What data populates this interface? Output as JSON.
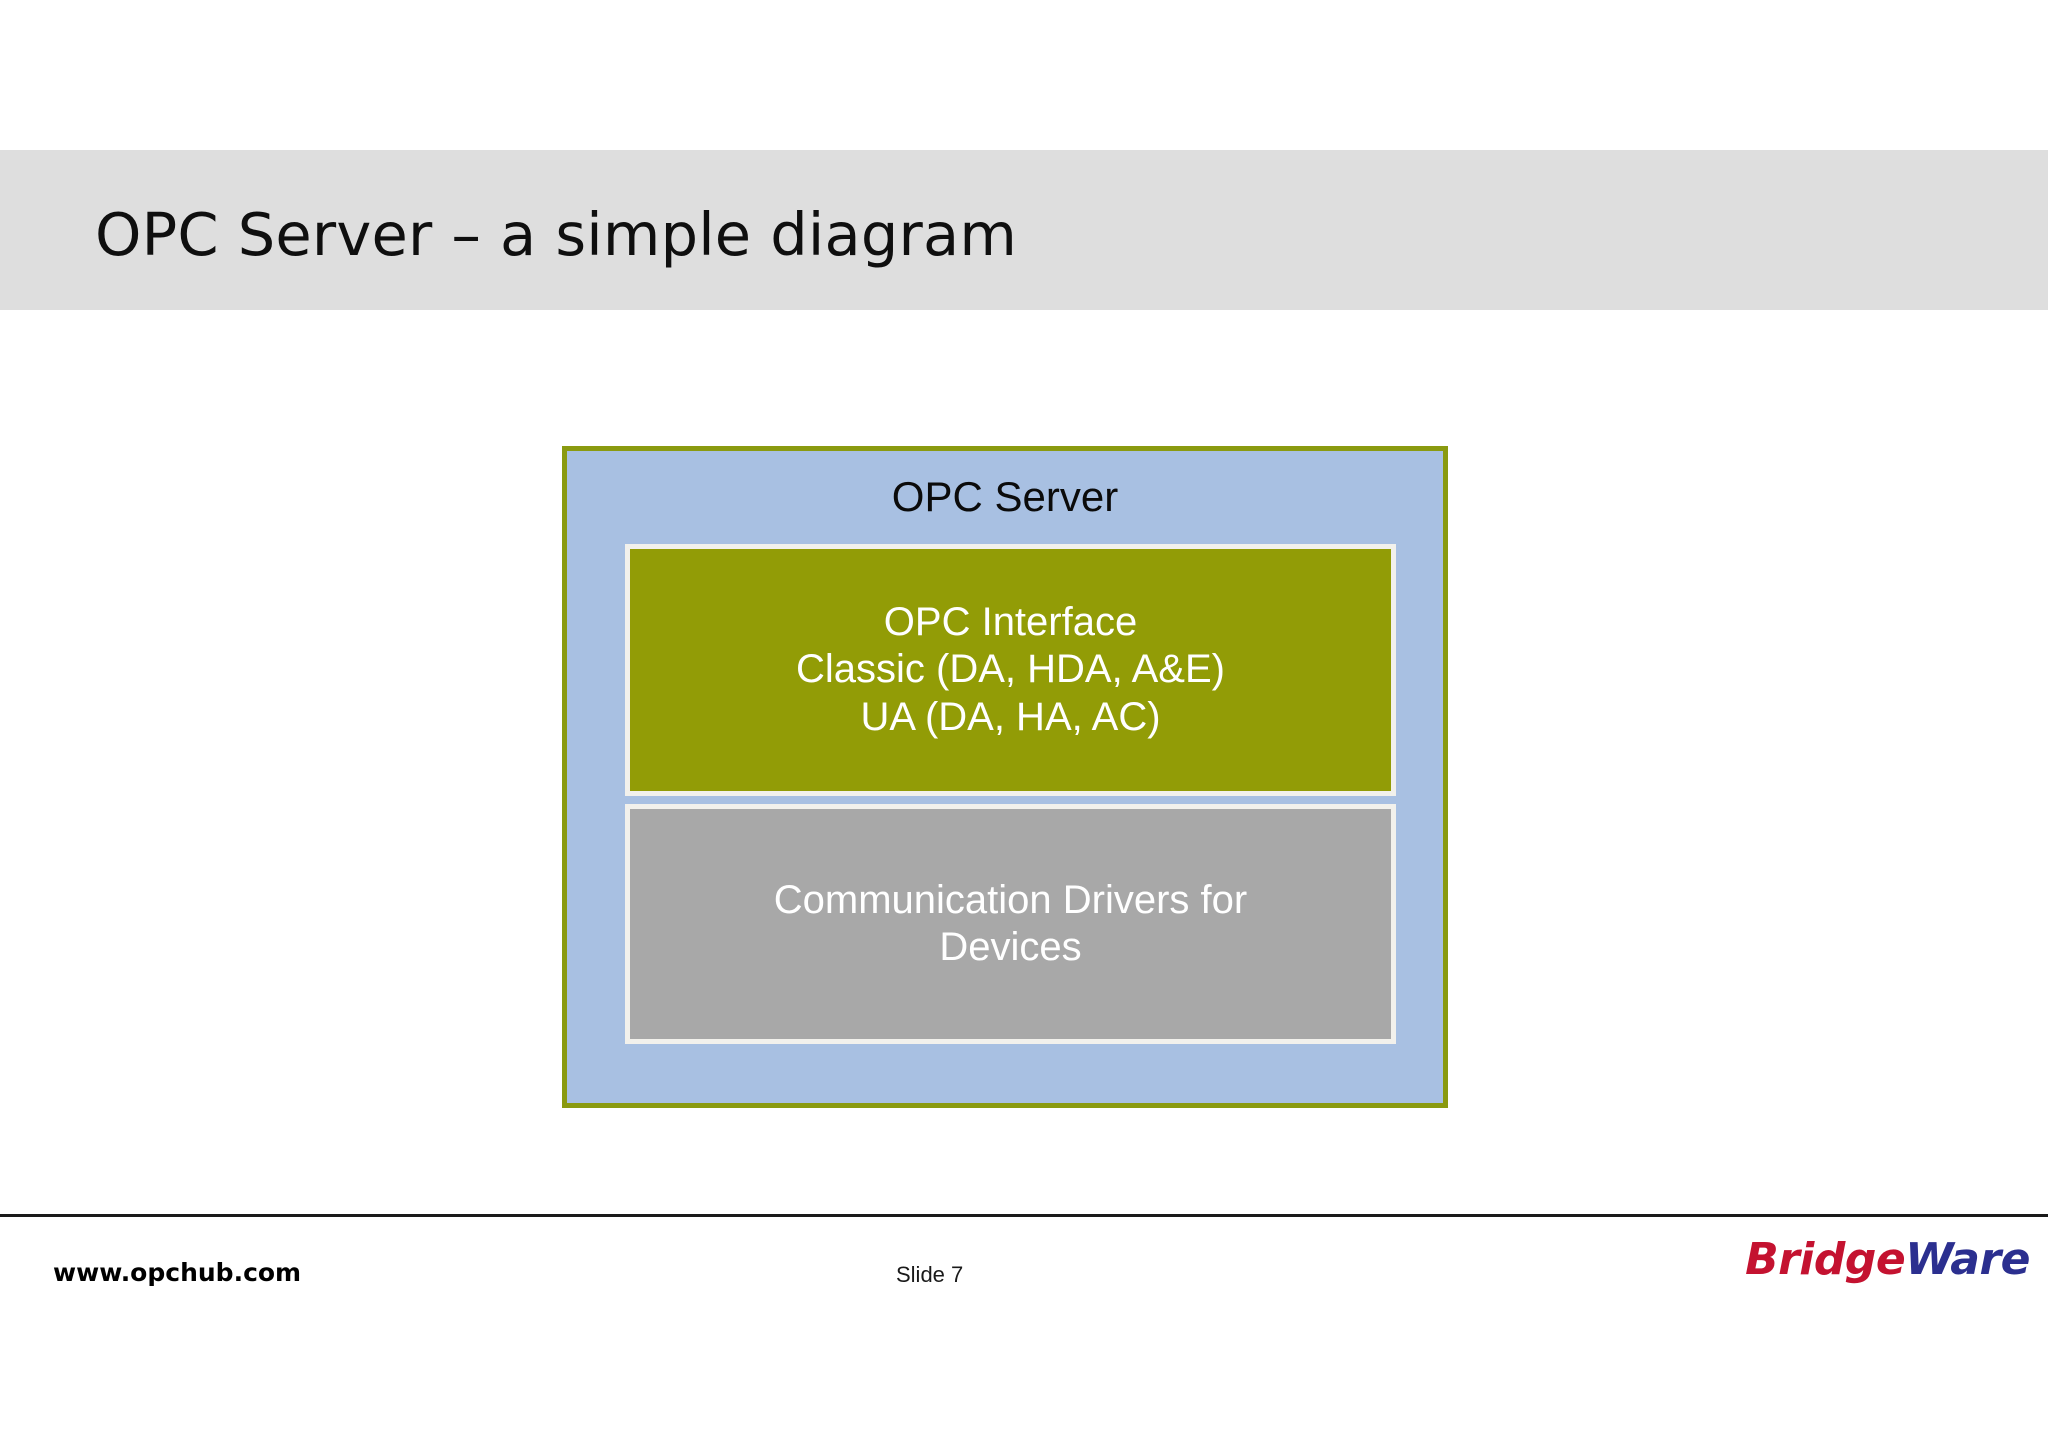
{
  "slide": {
    "title": "OPC Server – a simple diagram",
    "title_band_color": "#dedede"
  },
  "diagram": {
    "type": "nested-block-diagram",
    "outer": {
      "label": "OPC Server",
      "fill_color": "#a8c0e2",
      "border_color": "#8a9a10"
    },
    "blocks": [
      {
        "name": "opc-interface",
        "lines": [
          "OPC Interface",
          "Classic (DA, HDA, A&E)",
          "UA (DA, HA, AC)"
        ],
        "fill_color": "#929c06",
        "text_color": "#ffffff"
      },
      {
        "name": "communication-drivers",
        "lines": [
          "Communication Drivers for Devices"
        ],
        "fill_color": "#a8a8a8",
        "text_color": "#ffffff"
      }
    ]
  },
  "footer": {
    "url": "www.opchub.com",
    "slide_number": "Slide 7",
    "brand": {
      "part1": "Bridge",
      "part2": "Ware",
      "part1_color": "#c41230",
      "part2_color": "#2b2f8f"
    }
  }
}
